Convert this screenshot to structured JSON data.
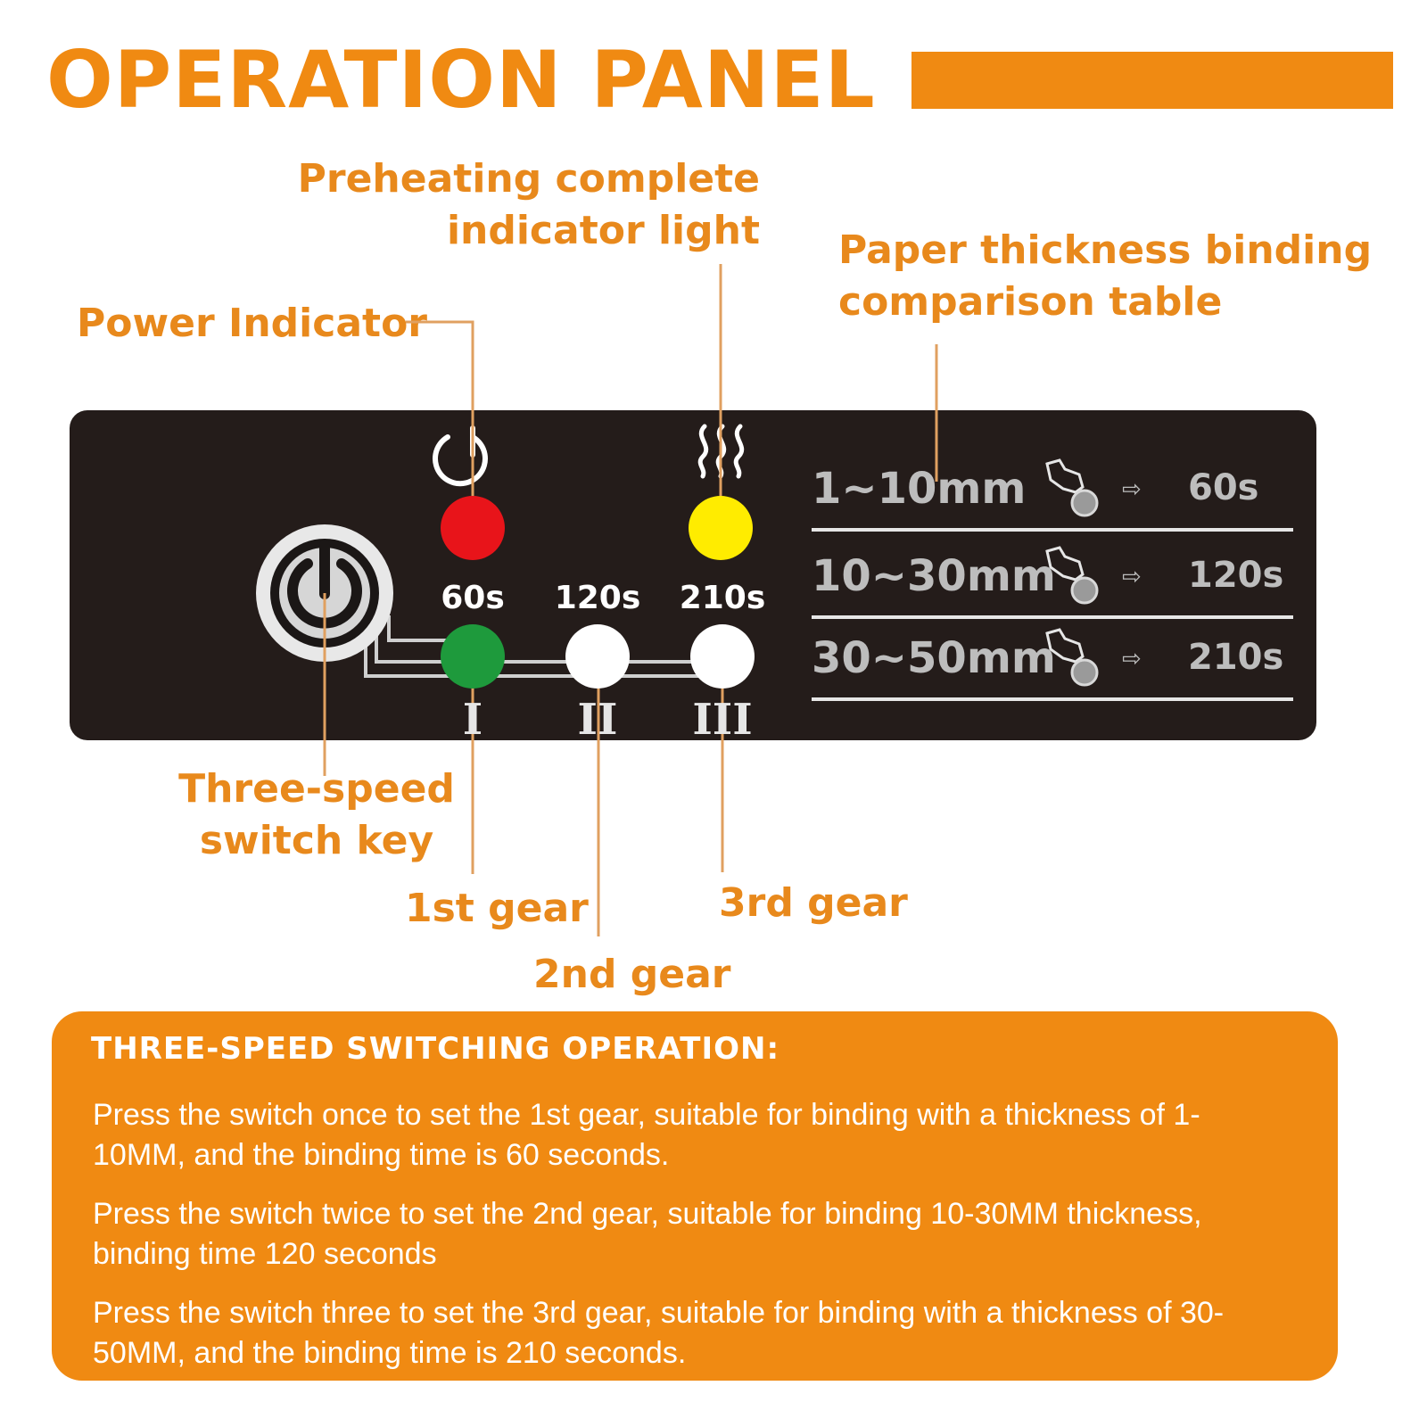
{
  "title": "OPERATION PANEL",
  "colors": {
    "accent": "#f08a12",
    "panel": "#241c1a",
    "power_led": "#e8141a",
    "preheat_led": "#ffec00",
    "gear1_led": "#1e9a3c",
    "gear_off_led": "#ffffff"
  },
  "callouts": {
    "preheating": "Preheating complete",
    "preheating_2": "indicator light",
    "power": "Power Indicator",
    "thickness": "Paper thickness binding",
    "thickness_2": "comparison table",
    "switch": "Three-speed",
    "switch_2": "switch key",
    "gear1": "1st gear",
    "gear2": "2nd gear",
    "gear3": "3rd gear"
  },
  "panel": {
    "power_icon": "power-icon",
    "steam_icon": "steam-icon",
    "times": [
      "60s",
      "120s",
      "210s"
    ],
    "gears": [
      "I",
      "II",
      "III"
    ],
    "thickness_table": [
      {
        "range": "1~10mm",
        "time": "60s"
      },
      {
        "range": "10~30mm",
        "time": "120s"
      },
      {
        "range": "30~50mm",
        "time": "210s"
      }
    ]
  },
  "info": {
    "heading": "THREE-SPEED SWITCHING OPERATION:",
    "paragraphs": [
      "Press the switch once to set the 1st gear, suitable for binding with a thickness of 1-10MM, and the binding time is 60 seconds.",
      "Press the switch twice to set the 2nd gear, suitable for binding 10-30MM thickness, binding time 120 seconds",
      "Press the switch three to set the 3rd gear, suitable for binding with a thickness of 30-50MM, and the binding time is 210 seconds."
    ]
  }
}
